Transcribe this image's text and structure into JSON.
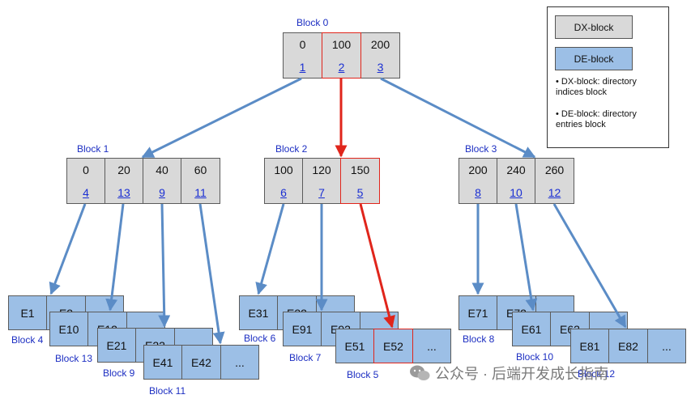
{
  "blocks": {
    "b0": {
      "label": "Block 0",
      "keys": [
        "0",
        "100",
        "200"
      ],
      "ptrs": [
        "1",
        "2",
        "3"
      ]
    },
    "b1": {
      "label": "Block 1",
      "keys": [
        "0",
        "20",
        "40",
        "60"
      ],
      "ptrs": [
        "4",
        "13",
        "9",
        "11"
      ]
    },
    "b2": {
      "label": "Block 2",
      "keys": [
        "100",
        "120",
        "150"
      ],
      "ptrs": [
        "6",
        "7",
        "5"
      ]
    },
    "b3": {
      "label": "Block 3",
      "keys": [
        "200",
        "240",
        "260"
      ],
      "ptrs": [
        "8",
        "10",
        "12"
      ]
    }
  },
  "leaves": {
    "b4": {
      "label": "Block 4",
      "entries": [
        "E1",
        "E2",
        ""
      ]
    },
    "b13": {
      "label": "Block 13",
      "entries": [
        "E10",
        "E12",
        ""
      ]
    },
    "b9": {
      "label": "Block 9",
      "entries": [
        "E21",
        "E22",
        ""
      ]
    },
    "b11": {
      "label": "Block 11",
      "entries": [
        "E41",
        "E42",
        "..."
      ]
    },
    "b6": {
      "label": "Block 6",
      "entries": [
        "E31",
        "E32",
        ""
      ]
    },
    "b7": {
      "label": "Block 7",
      "entries": [
        "E91",
        "E92",
        ""
      ]
    },
    "b5": {
      "label": "Block 5",
      "entries": [
        "E51",
        "E52",
        "..."
      ]
    },
    "b8": {
      "label": "Block 8",
      "entries": [
        "E71",
        "E72",
        ""
      ]
    },
    "b10": {
      "label": "Block 10",
      "entries": [
        "E61",
        "E62",
        ""
      ]
    },
    "b12": {
      "label": "Block 12",
      "entries": [
        "E81",
        "E82",
        "..."
      ]
    }
  },
  "legend": {
    "dx_label": "DX-block",
    "de_label": "DE-block",
    "dx_desc": "• DX-block: directory indices block",
    "de_desc": "• DE-block: directory entries block"
  },
  "colors": {
    "dx_fill": "#d9d9d9",
    "de_fill": "#9cbfe6",
    "arrow": "#5b8cc6",
    "lookup_path": "#e0251b",
    "label": "#1c2ec2"
  },
  "watermark": "公众号 · 后端开发成长指南"
}
